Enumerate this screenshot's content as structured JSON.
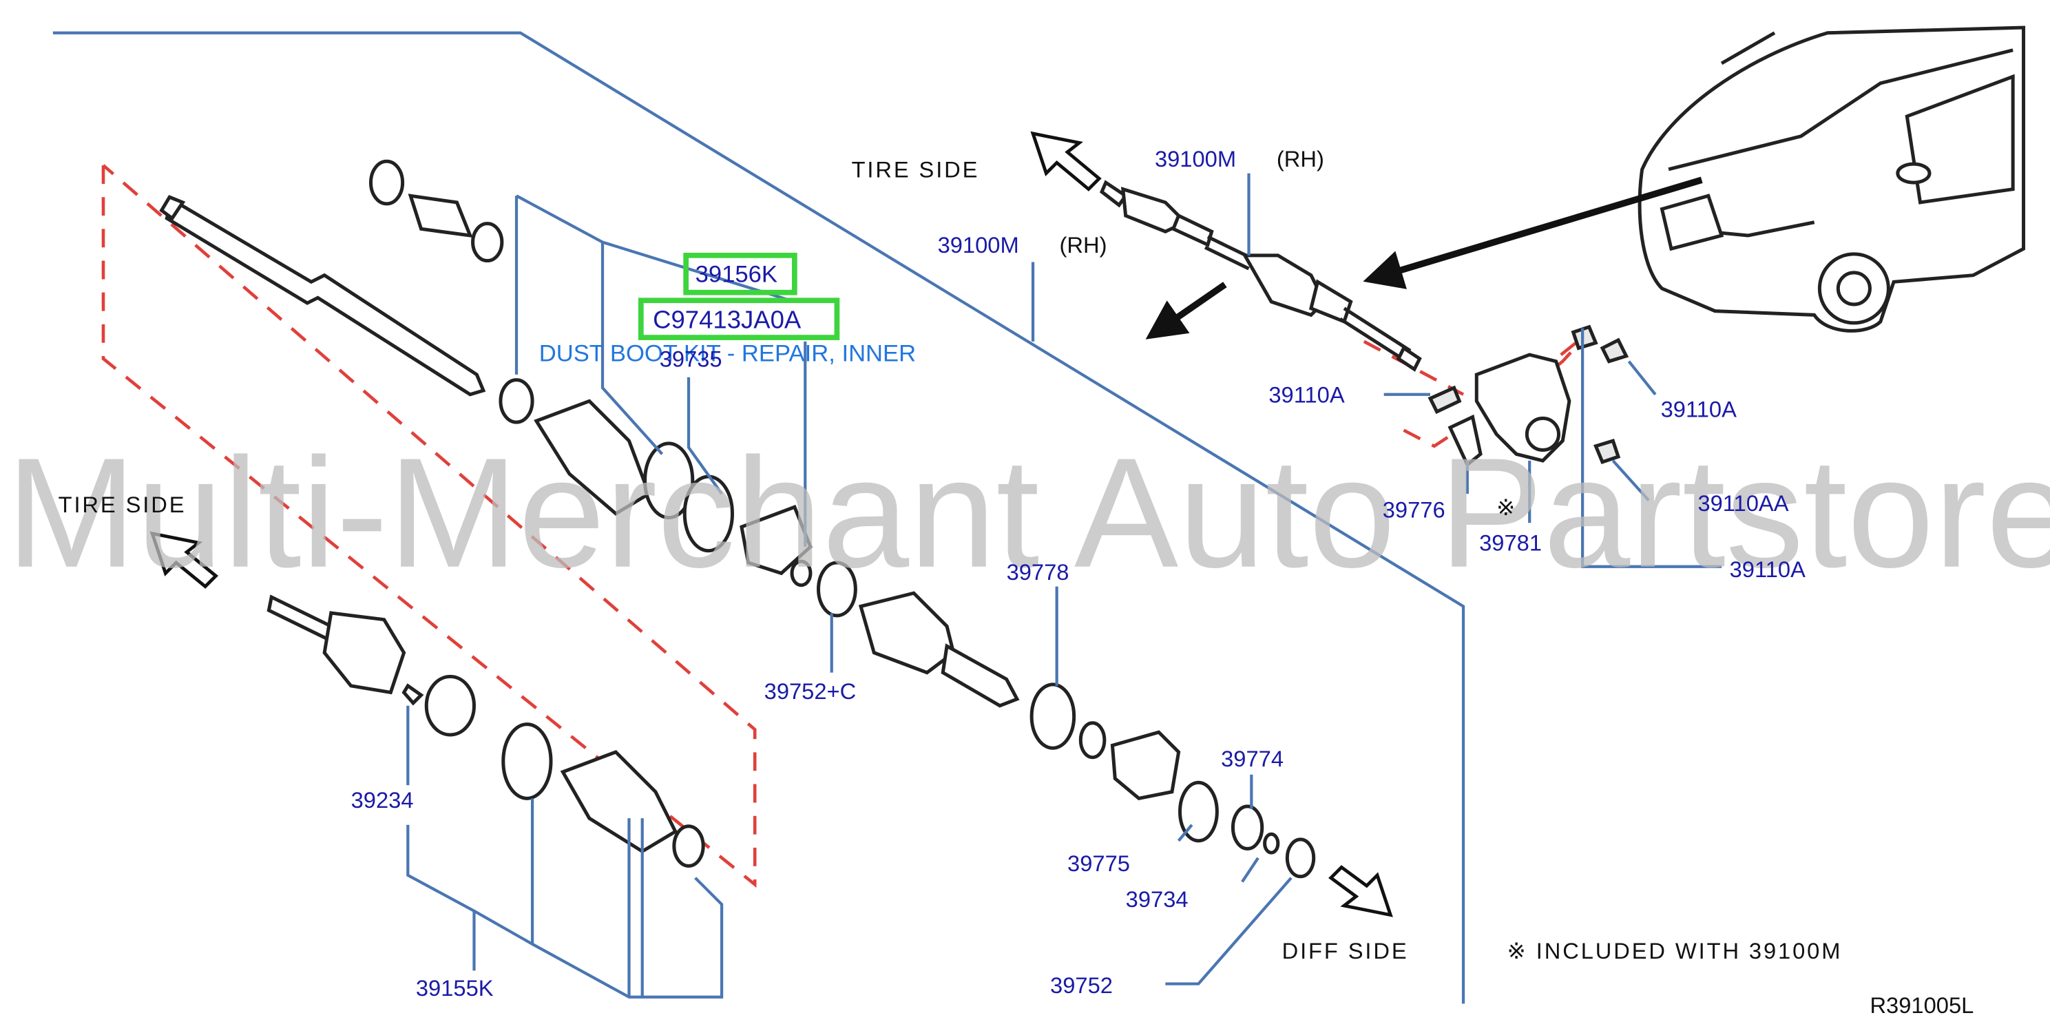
{
  "watermark": "Multi-Merchant Auto Partstore",
  "diagram_code": "R391005L",
  "note": "※ INCLUDED WITH 39100M",
  "side_labels": {
    "tire_side_top": "TIRE SIDE",
    "tire_side_left": "TIRE SIDE",
    "diff_side": "DIFF SIDE"
  },
  "highlight": {
    "part_number": "39156K",
    "oem_code": "C97413JA0A",
    "description": "DUST BOOT KIT - REPAIR, INNER"
  },
  "part_numbers": {
    "p39100m_top": "39100M",
    "rh_top": "(RH)",
    "p39100m_mid": "39100M",
    "rh_mid": "(RH)",
    "p39735": "39735",
    "p39110a_left": "39110A",
    "p39110a_right": "39110A",
    "p39110aa": "39110AA",
    "p39110a_bottom": "39110A",
    "p39776": "39776",
    "p39781": "39781",
    "ref_mark": "※",
    "p39778": "39778",
    "p39752c": "39752+C",
    "p39774": "39774",
    "p39775": "39775",
    "p39734": "39734",
    "p39752": "39752",
    "p39234": "39234",
    "p39155k": "39155K"
  },
  "colors": {
    "part_number_text": "#1a1aa8",
    "leader_line": "#4a76b2",
    "highlight_box": "#3dd43d",
    "description_text": "#2277dd",
    "dashed_outline": "#e0403a"
  }
}
